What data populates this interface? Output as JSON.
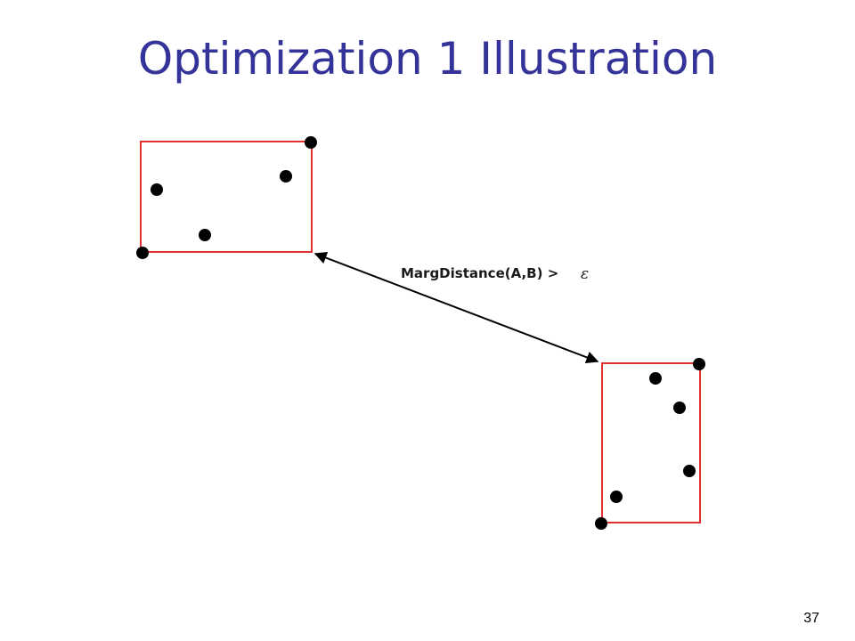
{
  "slide": {
    "title": "Optimization 1 Illustration",
    "page_number": "37"
  },
  "diagram": {
    "distance_label": "MargDistance(A,B) >",
    "epsilon_symbol": "ε",
    "colors": {
      "box": "#e03030",
      "point": "#000000",
      "arrow": "#000000"
    }
  }
}
